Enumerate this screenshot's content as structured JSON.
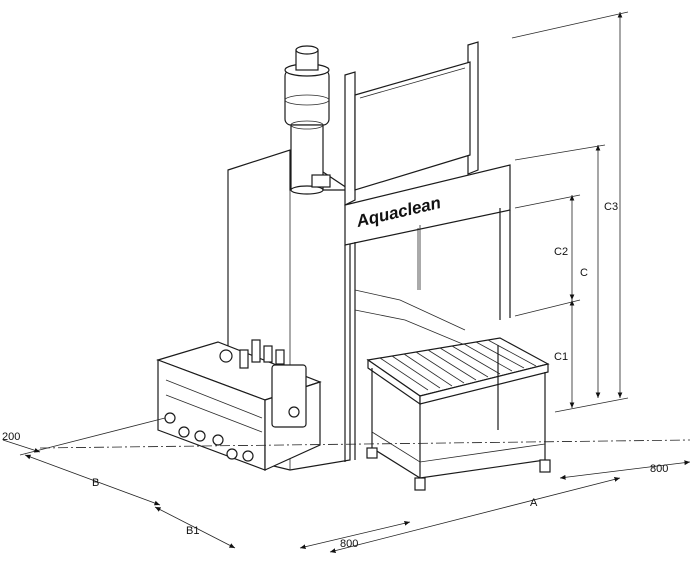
{
  "brand": {
    "name": "Aquaclean"
  },
  "dimensions": {
    "a": "A",
    "b": "B",
    "b1": "B1",
    "c": "C",
    "c1": "C1",
    "c2": "C2",
    "c3": "C3",
    "w200": "200",
    "w800_front": "800",
    "w800_right": "800"
  }
}
